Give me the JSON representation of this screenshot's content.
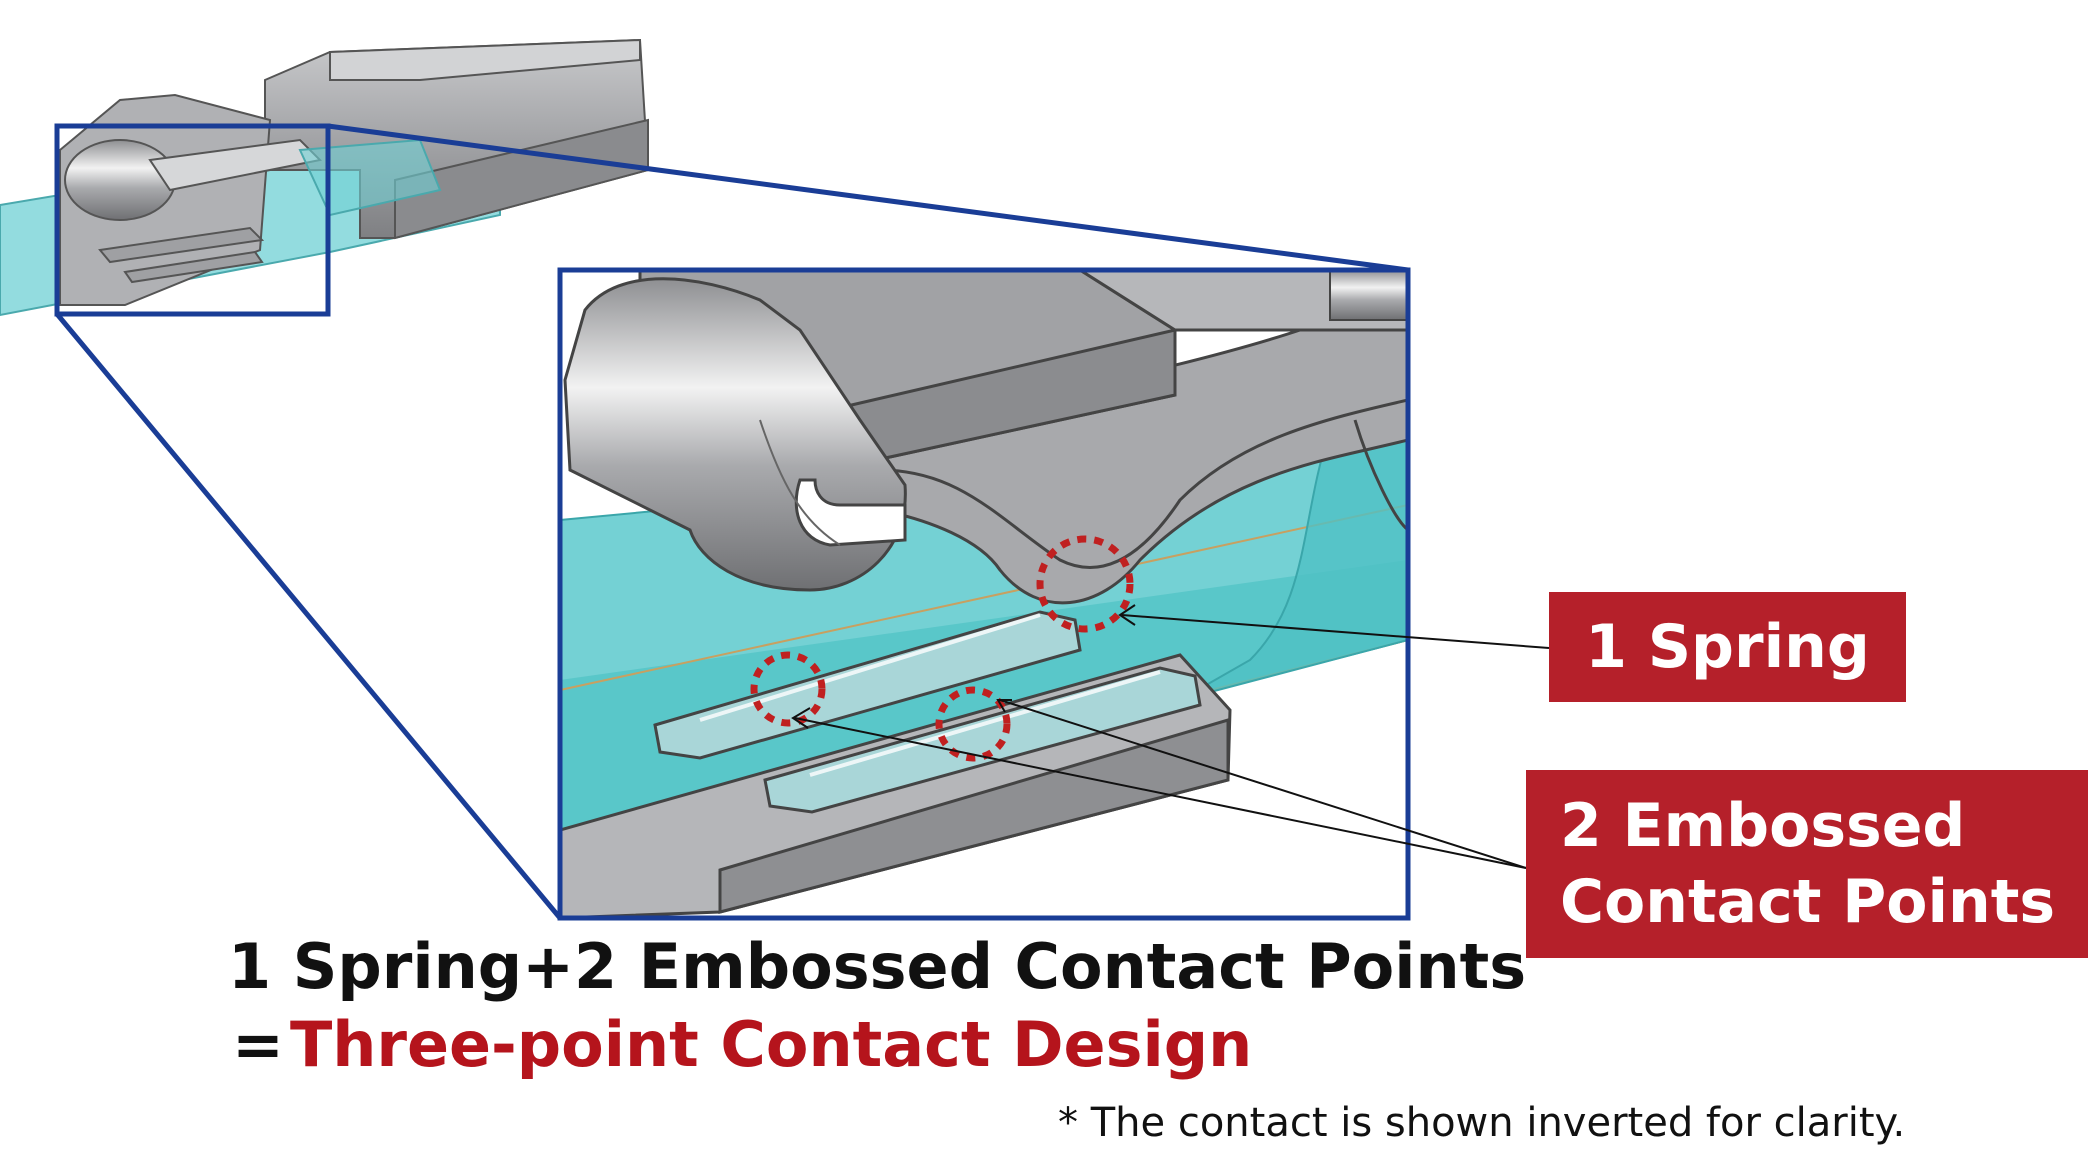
{
  "callouts": {
    "spring": "1 Spring",
    "embossed_line1": "2 Embossed",
    "embossed_line2": "Contact Points"
  },
  "headline": {
    "line1": "1 Spring+2 Embossed Contact Points",
    "equals": "=",
    "result": "Three-point Contact Design"
  },
  "footnote": "* The contact is shown inverted for clarity.",
  "colors": {
    "callout_red": "#b5202a",
    "result_red": "#b5141c",
    "frame_blue": "#1a3d96",
    "cable_cyan": "#6fd0d4",
    "metal_grey": "#a7a9ab",
    "marker_red": "#c02020"
  }
}
